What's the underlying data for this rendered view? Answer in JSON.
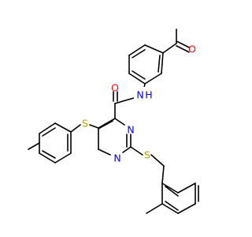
{
  "atoms": {
    "carbonyl_oxygen": {
      "symbol": "O",
      "color": "#ff0000"
    },
    "acetyl_oxygen": {
      "symbol": "O",
      "color": "#ff0000"
    },
    "amide_nitrogen": {
      "symbol": "N",
      "color": "#0000ff"
    },
    "amide_hydrogen": {
      "symbol": "H",
      "color": "#0000ff"
    },
    "ring_n3": {
      "symbol": "N",
      "color": "#0000ff"
    },
    "ring_n1": {
      "symbol": "N",
      "color": "#0000ff"
    },
    "thioether_s_aryl": {
      "symbol": "S",
      "color": "#b8a000"
    },
    "thioether_s_benzyl": {
      "symbol": "S",
      "color": "#b8a000"
    }
  }
}
